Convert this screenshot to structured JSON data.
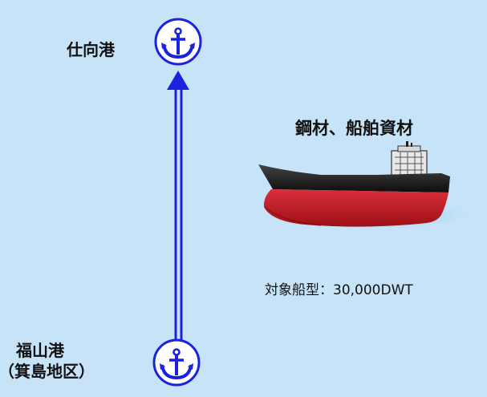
{
  "ports": {
    "destination": {
      "name": "仕向港",
      "icon": "anchor-icon"
    },
    "origin": {
      "name": "福山港",
      "sub": "（箕島地区）",
      "icon": "anchor-icon"
    }
  },
  "cargo": "鋼材、船舶資材",
  "ship_type": "対象船型：30,000DWT",
  "colors": {
    "background": "#c7e3f8",
    "route": "#1a22e0",
    "anchor": "#1a22e0",
    "hull_red": "#c8222a",
    "hull_black": "#151515"
  },
  "icons": [
    "anchor-icon",
    "ship-icon",
    "arrow-up-icon"
  ]
}
